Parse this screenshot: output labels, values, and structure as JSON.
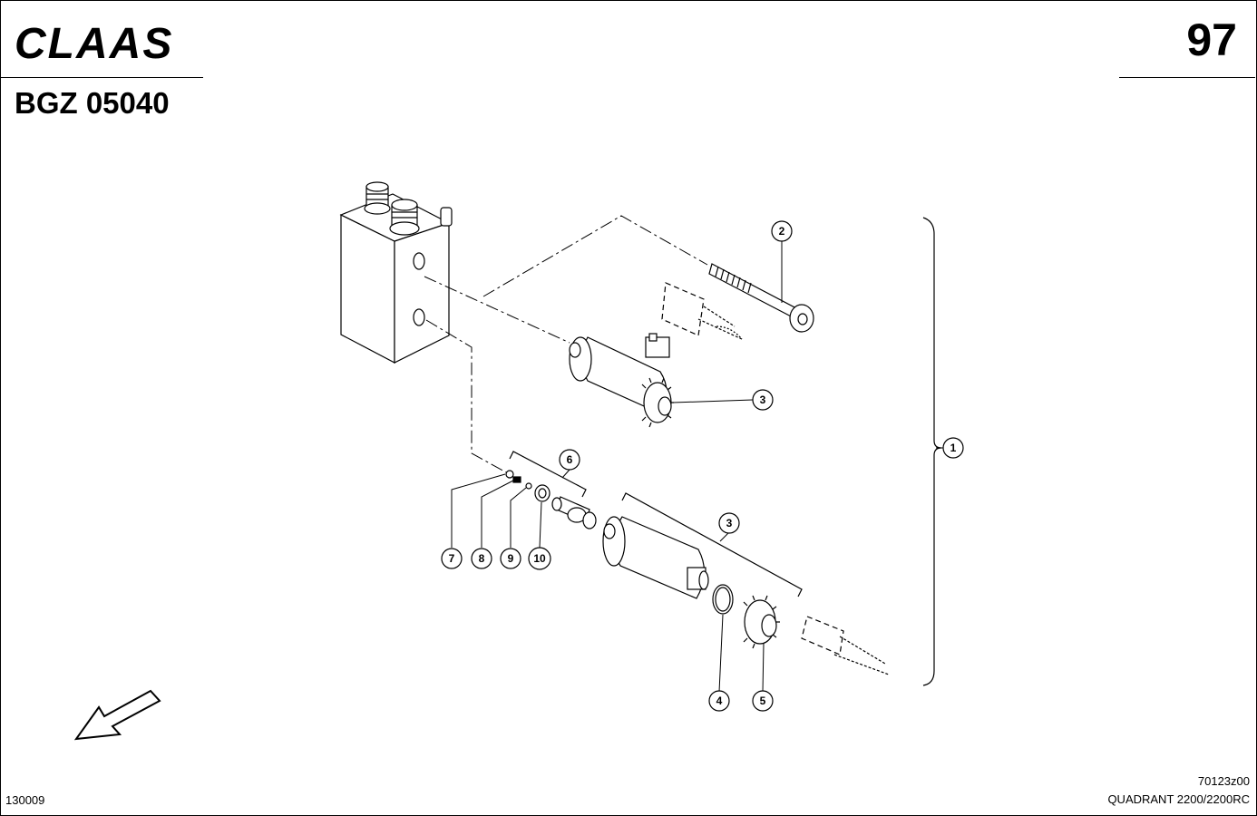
{
  "header": {
    "brand": "CLAAS",
    "page_number": "97",
    "group_code": "BGZ 05040"
  },
  "callouts": [
    "1",
    "2",
    "3",
    "3",
    "4",
    "5",
    "6",
    "7",
    "8",
    "9",
    "10"
  ],
  "footer": {
    "left_code": "130009",
    "drawing_code": "70123z00",
    "model": "QUADRANT 2200/2200RC"
  }
}
